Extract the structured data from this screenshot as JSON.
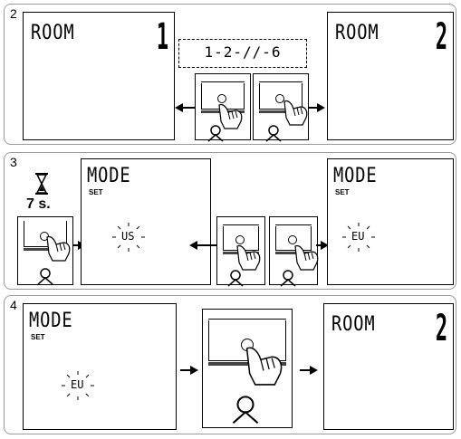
{
  "panels": [
    {
      "step": "2",
      "left_screen": {
        "label": "ROOM",
        "value": "1"
      },
      "sequence": "1-2-//-6",
      "right_screen": {
        "label": "ROOM",
        "value": "2"
      }
    },
    {
      "step": "3",
      "timer": "7 s.",
      "left_screen": {
        "label": "MODE",
        "sub": "SET",
        "value": "US"
      },
      "right_screen": {
        "label": "MODE",
        "sub": "SET",
        "value": "EU"
      }
    },
    {
      "step": "4",
      "left_screen": {
        "label": "MODE",
        "sub": "SET",
        "value": "EU"
      },
      "right_screen": {
        "label": "ROOM",
        "value": "2"
      }
    }
  ],
  "icons": [
    "hourglass-icon",
    "hand-press-icon",
    "person-icon",
    "arrow-left-icon",
    "arrow-right-icon",
    "flash-rays-icon"
  ]
}
